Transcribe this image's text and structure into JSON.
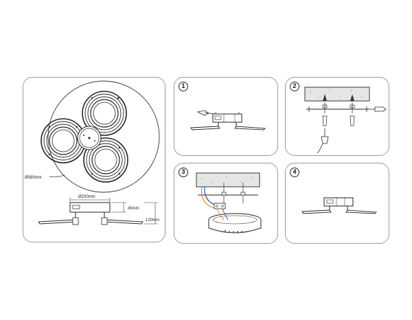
{
  "dimensions": {
    "diameter": "Ø580mm",
    "box_width": "Ø200mm",
    "box_height": "45mm",
    "total_height": "120mm"
  },
  "steps": [
    {
      "number": "1"
    },
    {
      "number": "2"
    },
    {
      "number": "3"
    },
    {
      "number": "4"
    }
  ],
  "colors": {
    "line": "#222222",
    "panel_border": "#9a9a9a",
    "ceiling_fill": "#e6e6e6",
    "wire_orange": "#e08a1e",
    "wire_blue": "#2a5db0"
  }
}
